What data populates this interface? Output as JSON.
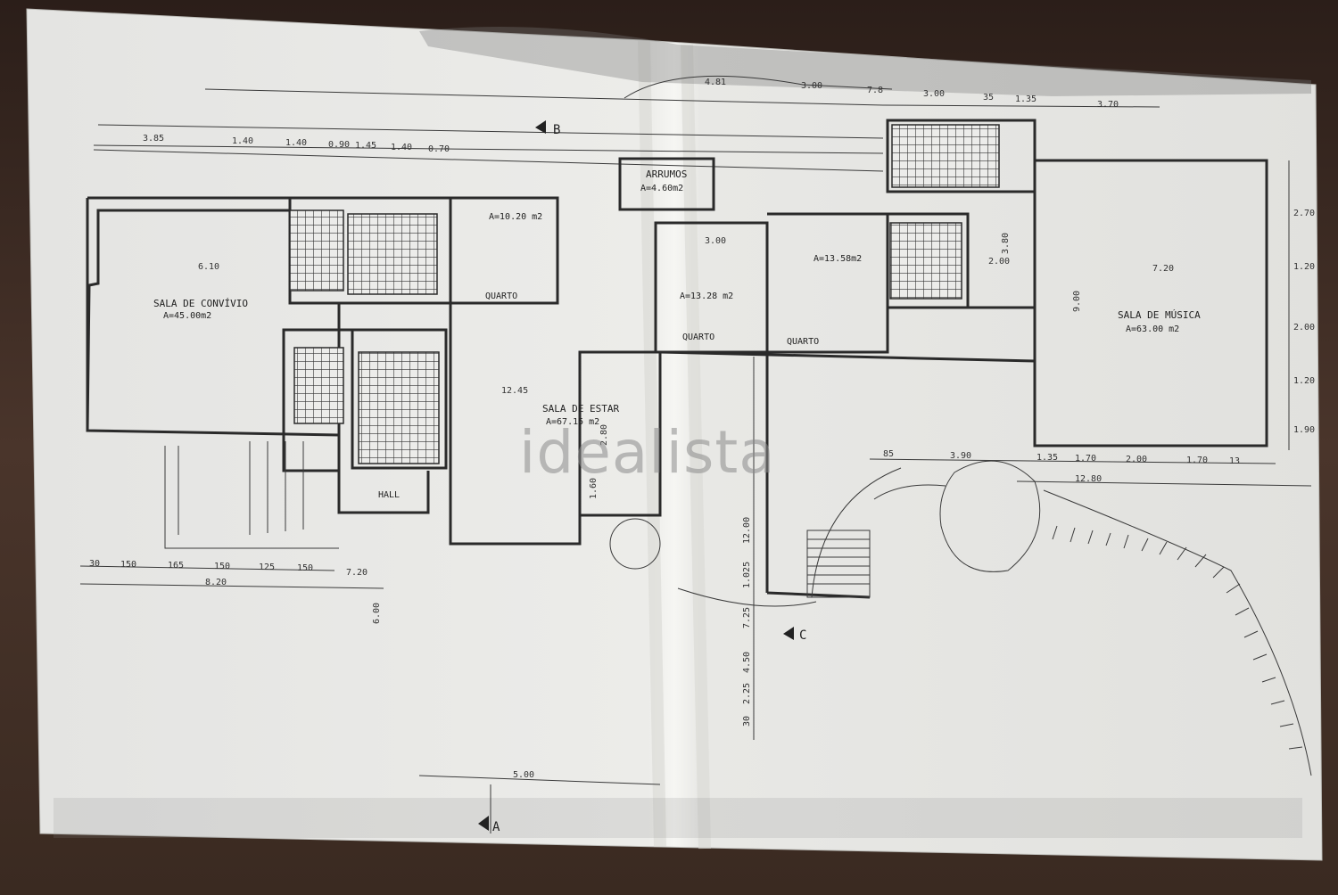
{
  "watermark": "idealista",
  "rooms": {
    "sala_convivio": {
      "name": "SALA DE CONVÍVIO",
      "area": "A=45.00m2"
    },
    "sala_estar": {
      "name": "SALA DE ESTAR",
      "area": "A=67.15 m2"
    },
    "sala_musica": {
      "name": "SALA DE MÚSICA",
      "area": "A=63.00 m2"
    },
    "arrumos": {
      "name": "ARRUMOS",
      "area": "A=4.60m2"
    },
    "quarto_1": {
      "name": "QUARTO",
      "area": "A=10.20 m2"
    },
    "quarto_2": {
      "name": "QUARTO",
      "area": "A=13.28 m2"
    },
    "quarto_3": {
      "name": "QUARTO",
      "area": "A=13.58m2"
    },
    "hall": {
      "name": "HALL"
    }
  },
  "section_markers": {
    "a": "A",
    "b": "B",
    "c": "C"
  },
  "dimensions": {
    "top_row": [
      "3.85",
      "1.40",
      "1.40",
      "0.90",
      "1.45",
      "1.40",
      "0.70"
    ],
    "top_right": [
      "4.81",
      "3.00",
      "7.8",
      "3.00",
      "35",
      "1.35",
      "3.70"
    ],
    "bottom_left": [
      "30",
      "150",
      "165",
      "150",
      "125",
      "150",
      "7.20"
    ],
    "bottom_total": "8.20",
    "right_side": [
      "2.70",
      "1.20",
      "2.00",
      "1.20",
      "1.90"
    ],
    "right_bottom": [
      "85",
      "3.90",
      "1.35",
      "1.70",
      "2.00",
      "1.70",
      "13"
    ],
    "right_total": "12.80",
    "vertical_mid": [
      "12.00",
      "1.025",
      "7.25",
      "4.50",
      "2.25",
      "30"
    ],
    "misc": [
      "6.10",
      "7.20",
      "9.00",
      "3.80",
      "2.00",
      "12.45",
      "2.80",
      "1.60",
      "3.00",
      "6.00",
      "5.00"
    ]
  }
}
